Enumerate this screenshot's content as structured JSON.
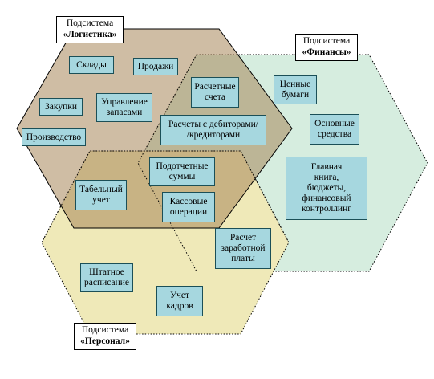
{
  "subsystems": {
    "logistics": {
      "label": "Подсистема",
      "name": "«Логистика»",
      "fill": "#c8b99e"
    },
    "finance": {
      "label": "Подсистема",
      "name": "«Финансы»",
      "fill": "#d6eddf"
    },
    "personnel": {
      "label": "Подсистема",
      "name": "«Персонал»",
      "fill": "#efe9b8"
    }
  },
  "modules": {
    "sklady": "Склады",
    "prodazhi": "Продажи",
    "zakupki": "Закупки",
    "upravlenie_zapasami": "Управление\nзапасами",
    "proizvodstvo": "Производство",
    "raschetnye_scheta": "Расчетные\nсчета",
    "cennye_bumagi": "Ценные\nбумаги",
    "raschety_debitory": "Расчеты с дебиторами/\n/кредиторами",
    "osnovnye_sredstva": "Основные\nсредства",
    "podotchetnye_summy": "Подотчетные\nсуммы",
    "tabelnyi_uchet": "Табельный\nучет",
    "kassovye_operacii": "Кассовые\nоперации",
    "glavnaya_kniga": "Главная\nкнига,\nбюджеты,\nфинансовый\nконтроллинг",
    "raschet_zp": "Расчет\nзаработной\nплаты",
    "shtatnoe_raspisanie": "Штатное\nрасписание",
    "uchet_kadrov": "Учет\nкадров"
  },
  "colors": {
    "module_fill": "#a6d7df",
    "module_border": "#1b4f57",
    "outline": "#000000"
  }
}
